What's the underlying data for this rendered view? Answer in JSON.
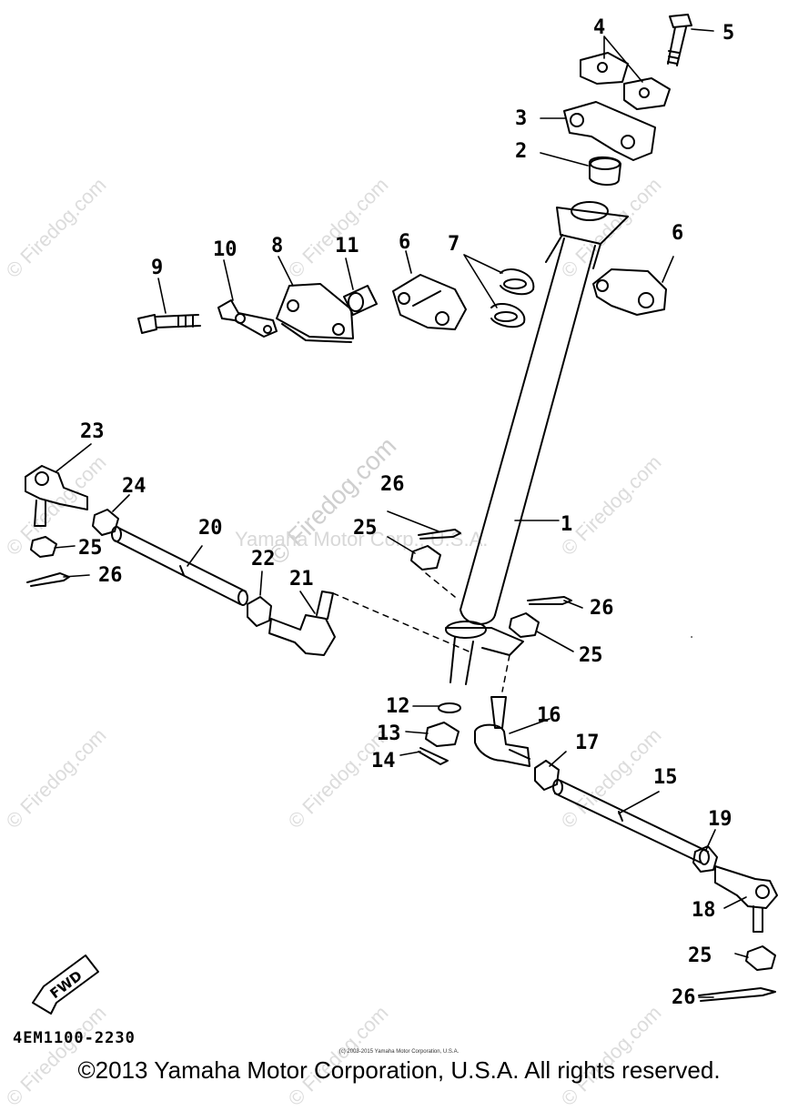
{
  "watermark": {
    "site": "© Firedog.com",
    "corp": "Yamaha Motor Corp., U.S.A."
  },
  "callouts": [
    "1",
    "2",
    "3",
    "4",
    "5",
    "6",
    "6",
    "7",
    "8",
    "9",
    "10",
    "11",
    "12",
    "13",
    "14",
    "15",
    "16",
    "17",
    "18",
    "19",
    "20",
    "21",
    "22",
    "23",
    "24",
    "25",
    "25",
    "25",
    "25",
    "26",
    "26",
    "26",
    "26"
  ],
  "fwd_label": "FWD",
  "part_code": "4EM1100-2230",
  "small_copyright": "(c) 2003-2015 Yamaha Motor Corporation, U.S.A.",
  "copyright": "©2013 Yamaha Motor Corporation, U.S.A. All rights reserved."
}
